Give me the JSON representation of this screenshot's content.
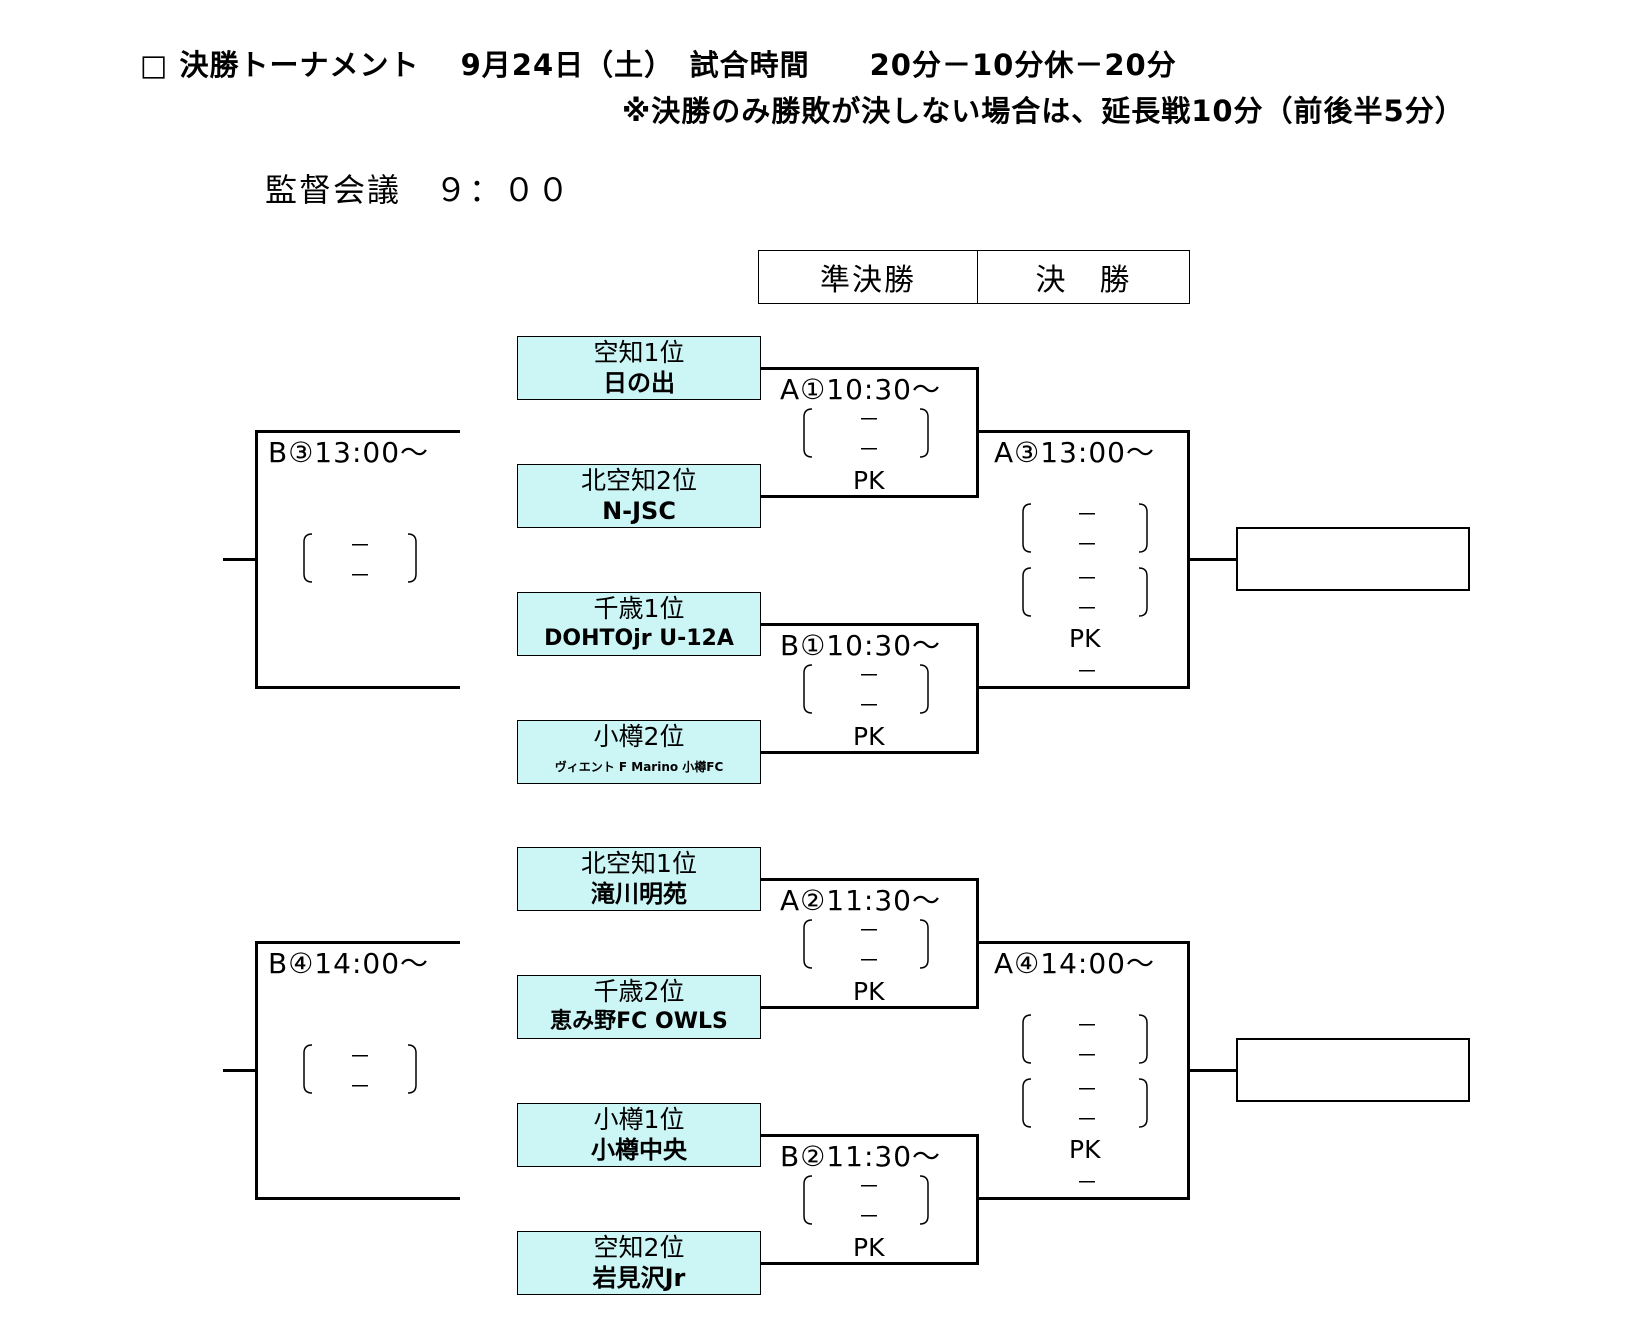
{
  "header": {
    "line1": "□ 決勝トーナメント　 9月24日（土）　試合時間　　20分－10分休－20分",
    "line2": "※決勝のみ勝敗が決しない場合は、延長戦10分（前後半5分）",
    "meeting": "監督会議　９：００"
  },
  "columns": {
    "semifinal": "準決勝",
    "final": "決　勝"
  },
  "teams": [
    {
      "pref": "空知1位",
      "name": "日の出"
    },
    {
      "pref": "北空知2位",
      "name": "N-JSC"
    },
    {
      "pref": "千歳1位",
      "name": "DOHTOjr U-12A"
    },
    {
      "pref": "小樽2位",
      "name": "ヴィエント F Marino 小樽FC"
    },
    {
      "pref": "北空知1位",
      "name": "滝川明苑"
    },
    {
      "pref": "千歳2位",
      "name": "恵み野FC OWLS"
    },
    {
      "pref": "小樽1位",
      "name": "小樽中央"
    },
    {
      "pref": "空知2位",
      "name": "岩見沢Jr"
    }
  ],
  "matches": {
    "a1": "A①10:30～",
    "b1": "B①10:30～",
    "a2": "A②11:30～",
    "b2": "B②11:30～",
    "a3": "A③13:00～",
    "b3": "B③13:00～",
    "a4": "A④14:00～",
    "b4": "B④14:00～"
  },
  "labels": {
    "pk": "PK",
    "dash": "－"
  }
}
